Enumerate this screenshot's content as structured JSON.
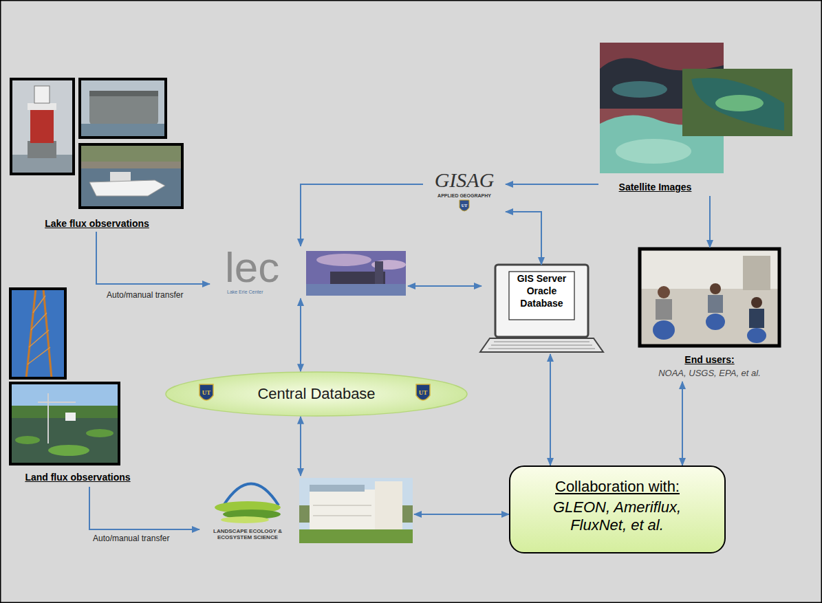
{
  "diagram": {
    "nodes": [
      {
        "text": [
          "Lake flux observations"
        ]
      },
      {
        "text": [
          "Satellite Images"
        ]
      },
      {
        "text": [
          "GISAG",
          "APPLIED GEOGRAPHY"
        ]
      },
      {
        "text": [
          "lec",
          "Lake Erie Center"
        ]
      },
      {
        "text": [
          "GIS Server Oracle Database"
        ]
      },
      {
        "text": [
          "End users:",
          "NOAA, USGS, EPA, et al."
        ]
      },
      {
        "text": [
          "Central Database"
        ]
      },
      {
        "text": [
          "Land flux observations"
        ]
      },
      {
        "text": [
          "LANDSCAPE ECOLOGY & ECOSYSTEM SCIENCE"
        ]
      },
      {
        "text": [
          "Collaboration with:",
          "GLEON, Ameriflux, FluxNet, et al."
        ]
      }
    ],
    "edges": [
      {
        "from": 0,
        "to": 3,
        "label": "Auto/manual transfer",
        "arrow": "to"
      },
      {
        "from": 7,
        "to": 8,
        "label": "Auto/manual transfer",
        "arrow": "to"
      },
      {
        "from": 1,
        "to": 2,
        "arrow": "to"
      },
      {
        "from": 1,
        "to": 5,
        "arrow": "to"
      },
      {
        "from": 2,
        "to": 3,
        "arrow": "to"
      },
      {
        "from": 2,
        "to": 4,
        "arrow": "both"
      },
      {
        "from": 3,
        "to": 4,
        "arrow": "both"
      },
      {
        "from": 3,
        "to": 6,
        "arrow": "both"
      },
      {
        "from": 6,
        "to": 8,
        "arrow": "both"
      },
      {
        "from": 8,
        "to": 9,
        "arrow": "both"
      },
      {
        "from": 4,
        "to": 9,
        "arrow": "both"
      },
      {
        "from": 5,
        "to": 9,
        "arrow": "both"
      }
    ],
    "labels": [
      "UT",
      "UT",
      "UT"
    ]
  }
}
